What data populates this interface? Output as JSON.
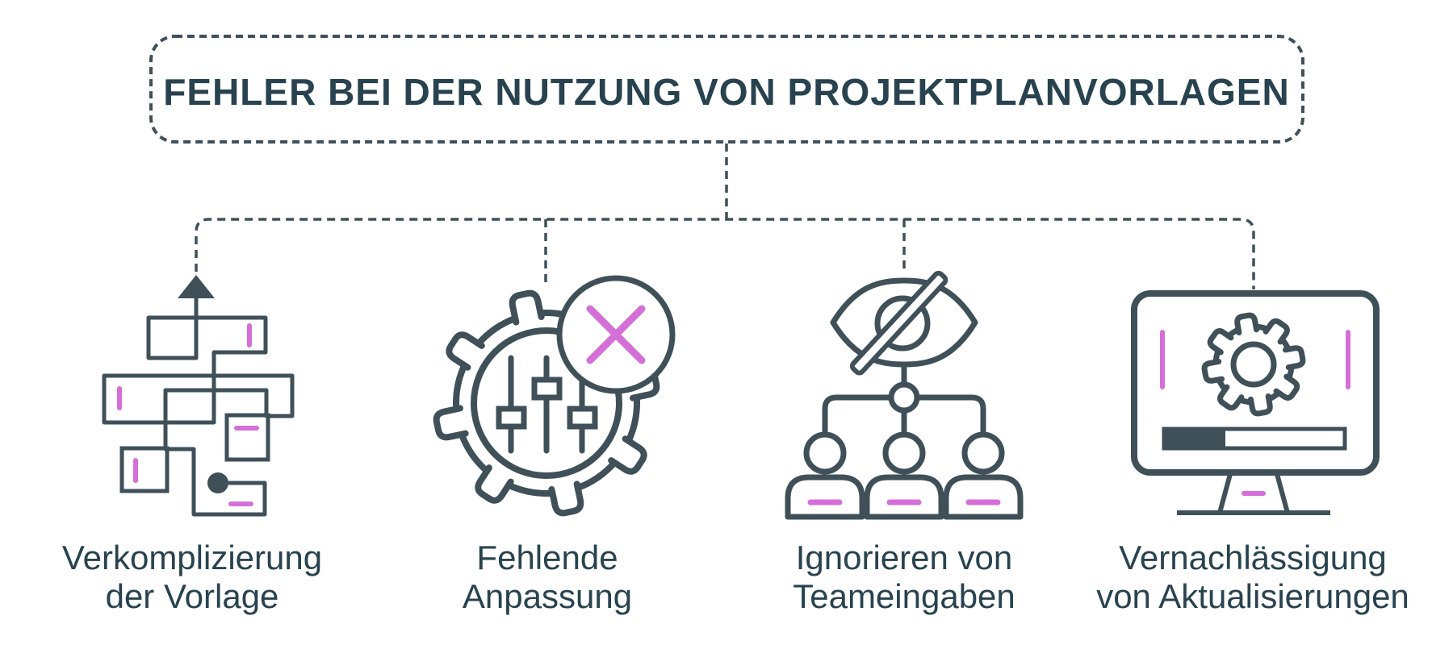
{
  "header": {
    "title": "FEHLER BEI DER NUTZUNG VON PROJEKTPLANVORLAGEN"
  },
  "items": [
    {
      "id": "verkomplizierung-der-vorlage",
      "icon": "flowchart-maze-icon",
      "lines": [
        "Verkomplizierung",
        "der Vorlage"
      ]
    },
    {
      "id": "fehlende-anpassung",
      "icon": "gear-sliders-crossed-icon",
      "lines": [
        "Fehlende",
        "Anpassung"
      ]
    },
    {
      "id": "ignorieren-von-teameingaben",
      "icon": "hidden-eye-team-icon",
      "lines": [
        "Ignorieren von",
        "Teameingaben"
      ]
    },
    {
      "id": "vernachlaessigung-von-aktualisierungen",
      "icon": "monitor-update-gear-icon",
      "lines": [
        "Vernachlässigung",
        "von Aktualisierungen"
      ]
    }
  ],
  "colors": {
    "ink": "#3f5059",
    "text": "#28434f",
    "accent": "#d56fd8",
    "background": "#ffffff"
  }
}
